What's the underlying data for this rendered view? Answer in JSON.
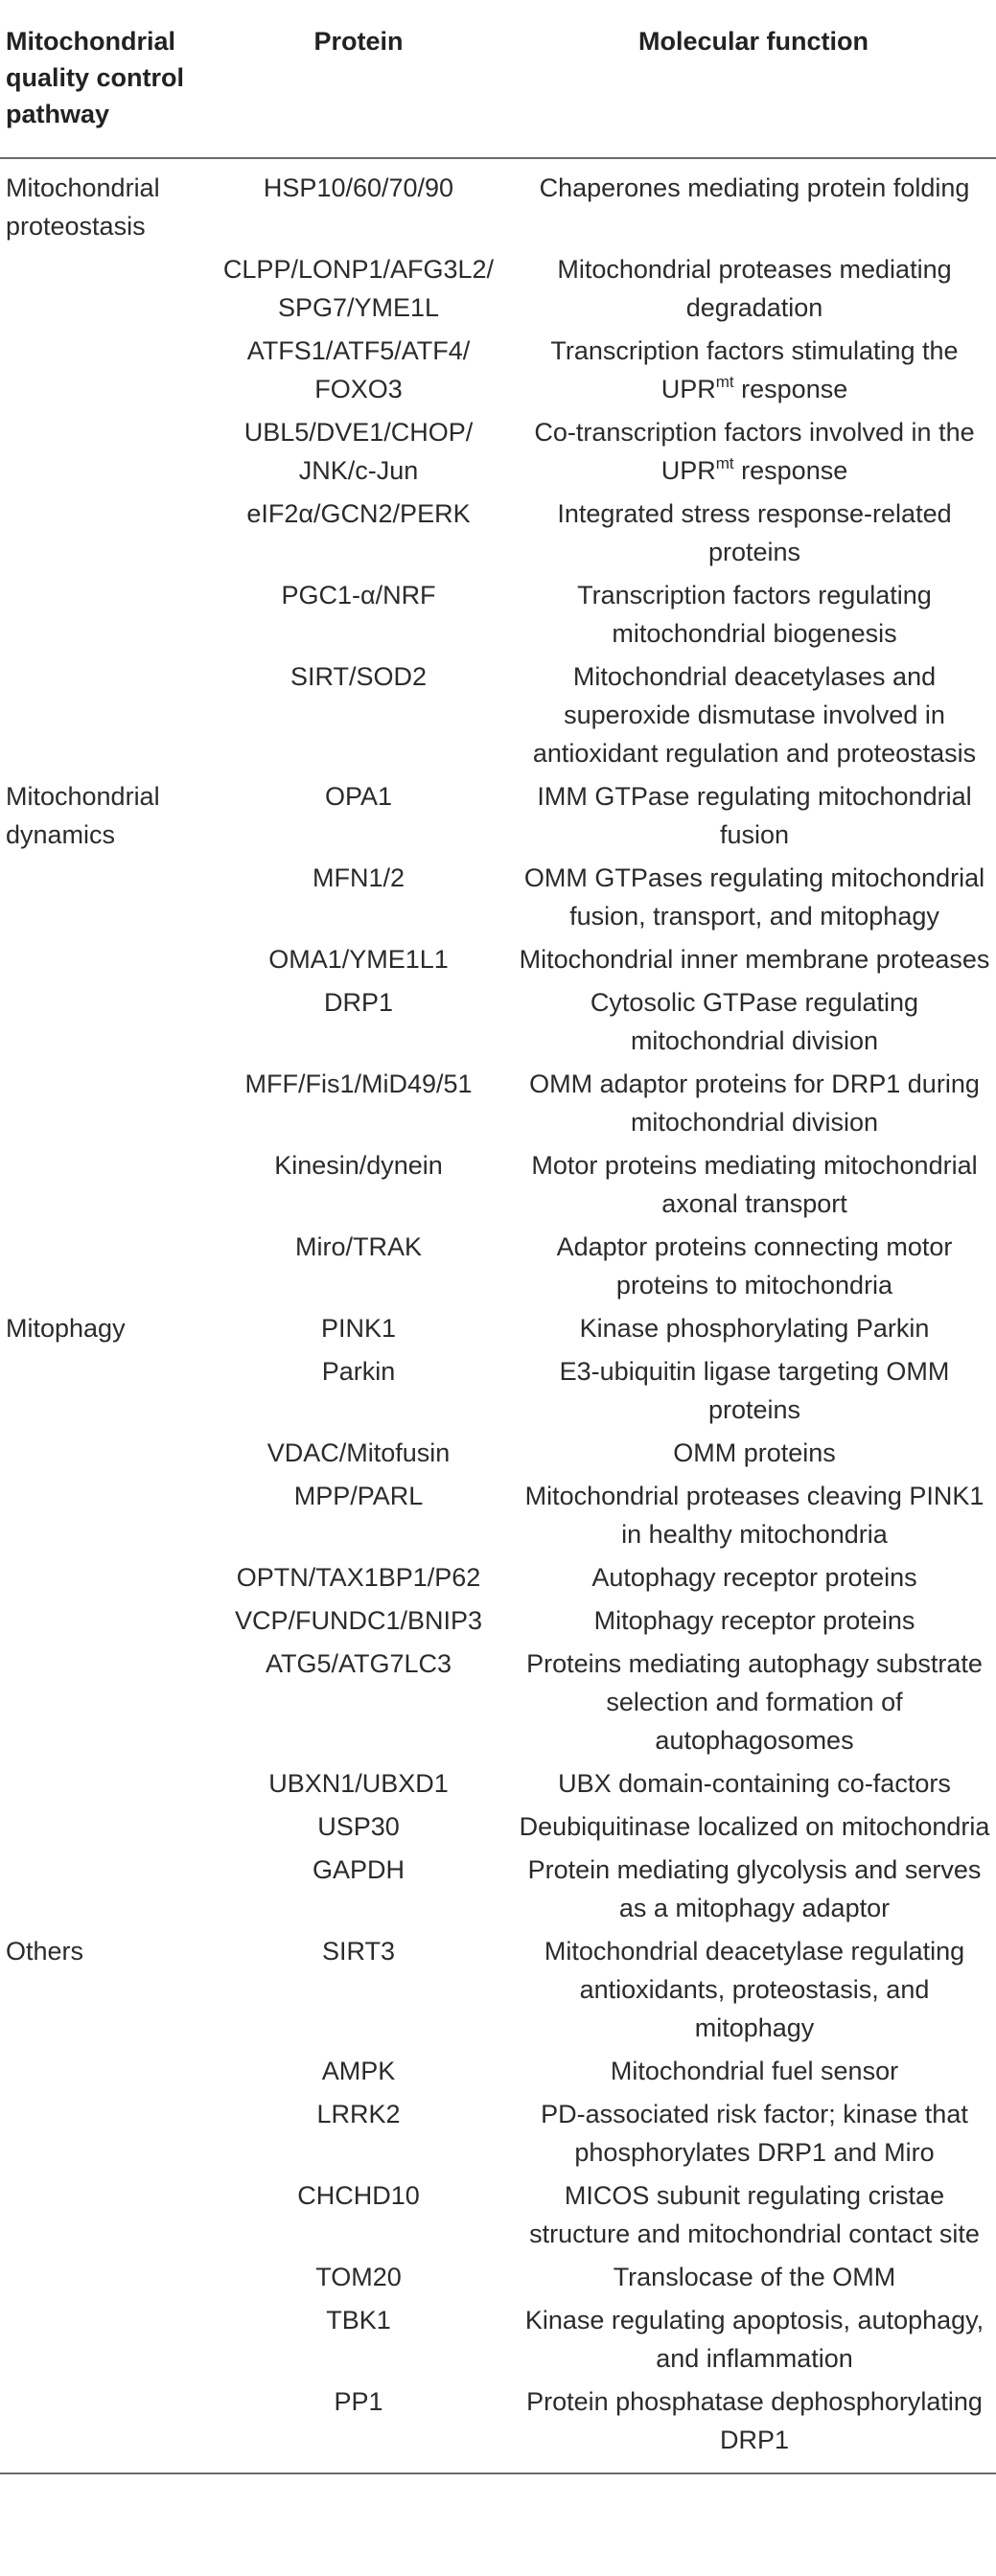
{
  "table": {
    "headers": {
      "pathway": "Mitochondrial quality control pathway",
      "protein": "Protein",
      "function": "Molecular function"
    },
    "rows": [
      {
        "pathway": "Mitochondrial proteostasis",
        "protein": "HSP10/60/70/90",
        "function": "Chaperones mediating protein folding"
      },
      {
        "pathway": "",
        "protein": "CLPP/LONP1/AFG3L2/ SPG7/YME1L",
        "function": "Mitochondrial proteases mediating degradation"
      },
      {
        "pathway": "",
        "protein": "ATFS1/ATF5/ATF4/ FOXO3",
        "function_pre": "Transcription factors stimulating the UPR",
        "function_sup": "mt",
        "function_post": " response"
      },
      {
        "pathway": "",
        "protein": "UBL5/DVE1/CHOP/ JNK/c-Jun",
        "function_pre": "Co-transcription factors involved in the UPR",
        "function_sup": "mt",
        "function_post": " response"
      },
      {
        "pathway": "",
        "protein": "eIF2α/GCN2/PERK",
        "function": "Integrated stress response-related proteins"
      },
      {
        "pathway": "",
        "protein": "PGC1-α/NRF",
        "function": "Transcription factors regulating mitochondrial biogenesis"
      },
      {
        "pathway": "",
        "protein": "SIRT/SOD2",
        "function": "Mitochondrial deacetylases and superoxide dismutase involved in antioxidant regulation and proteostasis"
      },
      {
        "pathway": "Mitochondrial dynamics",
        "protein": "OPA1",
        "function": "IMM GTPase regulating mitochondrial fusion"
      },
      {
        "pathway": "",
        "protein": "MFN1/2",
        "function": "OMM GTPases regulating mitochondrial fusion, transport, and mitophagy"
      },
      {
        "pathway": "",
        "protein": "OMA1/YME1L1",
        "function": "Mitochondrial inner membrane proteases"
      },
      {
        "pathway": "",
        "protein": "DRP1",
        "function": "Cytosolic GTPase regulating mitochondrial division"
      },
      {
        "pathway": "",
        "protein": "MFF/Fis1/MiD49/51",
        "function": "OMM adaptor proteins for DRP1 during mitochondrial division"
      },
      {
        "pathway": "",
        "protein": "Kinesin/dynein",
        "function": "Motor proteins mediating mitochondrial axonal transport"
      },
      {
        "pathway": "",
        "protein": "Miro/TRAK",
        "function": "Adaptor proteins connecting motor proteins to mitochondria"
      },
      {
        "pathway": "Mitophagy",
        "protein": "PINK1",
        "function": "Kinase phosphorylating Parkin"
      },
      {
        "pathway": "",
        "protein": "Parkin",
        "function": "E3-ubiquitin ligase targeting OMM proteins"
      },
      {
        "pathway": "",
        "protein": "VDAC/Mitofusin",
        "function": "OMM proteins"
      },
      {
        "pathway": "",
        "protein": "MPP/PARL",
        "function": "Mitochondrial proteases cleaving PINK1 in healthy mitochondria"
      },
      {
        "pathway": "",
        "protein": "OPTN/TAX1BP1/P62",
        "function": "Autophagy receptor proteins"
      },
      {
        "pathway": "",
        "protein": "VCP/FUNDC1/BNIP3",
        "function": "Mitophagy receptor proteins"
      },
      {
        "pathway": "",
        "protein": "ATG5/ATG7LC3",
        "function": "Proteins mediating autophagy substrate selection and formation of autophagosomes"
      },
      {
        "pathway": "",
        "protein": "UBXN1/UBXD1",
        "function": "UBX domain-containing co-factors"
      },
      {
        "pathway": "",
        "protein": "USP30",
        "function": "Deubiquitinase localized on mitochondria"
      },
      {
        "pathway": "",
        "protein": "GAPDH",
        "function": "Protein mediating glycolysis and serves as a mitophagy adaptor"
      },
      {
        "pathway": "Others",
        "protein": "SIRT3",
        "function": "Mitochondrial deacetylase regulating antioxidants, proteostasis, and mitophagy"
      },
      {
        "pathway": "",
        "protein": "AMPK",
        "function": "Mitochondrial fuel sensor"
      },
      {
        "pathway": "",
        "protein": "LRRK2",
        "function": "PD-associated risk factor; kinase that phosphorylates DRP1 and Miro"
      },
      {
        "pathway": "",
        "protein": "CHCHD10",
        "function": "MICOS subunit regulating cristae structure and mitochondrial contact site"
      },
      {
        "pathway": "",
        "protein": "TOM20",
        "function": "Translocase of the OMM"
      },
      {
        "pathway": "",
        "protein": "TBK1",
        "function": "Kinase regulating apoptosis, autophagy, and inflammation"
      },
      {
        "pathway": "",
        "protein": "PP1",
        "function": "Protein phosphatase dephosphorylating DRP1"
      }
    ]
  }
}
